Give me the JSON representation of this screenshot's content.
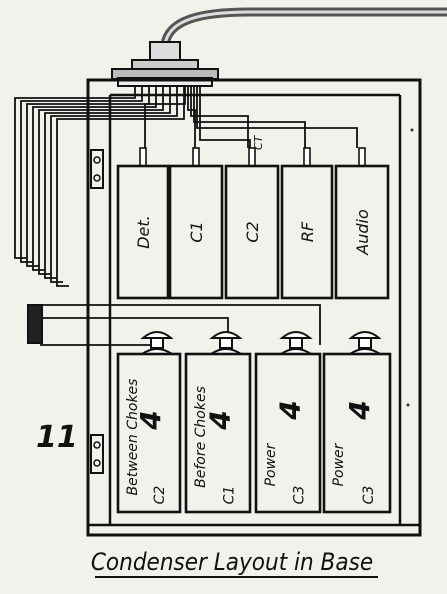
{
  "figure_number": "11",
  "caption": "Condenser Layout in Base",
  "tap_label": "CT",
  "top_row": [
    {
      "id": "det",
      "label": "Det."
    },
    {
      "id": "c1",
      "label": "C1"
    },
    {
      "id": "c2",
      "label": "C2"
    },
    {
      "id": "rf",
      "label": "RF"
    },
    {
      "id": "audio",
      "label": "Audio"
    }
  ],
  "bottom_row": [
    {
      "id": "between-chokes",
      "label": "Between Chokes",
      "value": "4",
      "ref": "C2"
    },
    {
      "id": "before-chokes",
      "label": "Before Chokes",
      "value": "4",
      "ref": "C1"
    },
    {
      "id": "c3-power",
      "label": "Power",
      "value": "4",
      "ref": "C3"
    },
    {
      "id": "power",
      "label": "Power",
      "value": "4",
      "ref": "C3"
    }
  ],
  "colors": {
    "ink": "#111111",
    "paper": "#f2f1ec"
  }
}
